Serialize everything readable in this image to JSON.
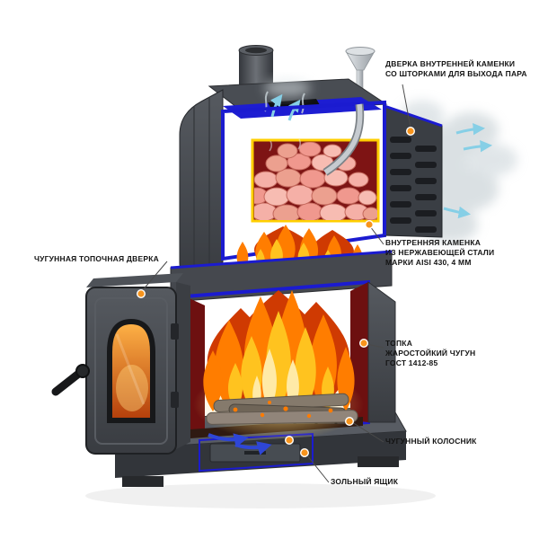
{
  "colors": {
    "accent": "#f7941d",
    "cut": "#1b1bd0",
    "text": "#141414",
    "interior_red": "#8f1a1a",
    "fire_core": "#ffc31f",
    "steam_arrow": "#86cfe6",
    "stones_pink": "#f0a89e"
  },
  "callouts": {
    "steam_door": {
      "text": "ДВЕРКА ВНУТРЕННЕЙ КАМЕНКИ\nСО ШТОРКАМИ ДЛЯ ВЫХОДА ПАРА"
    },
    "furnace_door": {
      "text": "ЧУГУННАЯ ТОПОЧНАЯ ДВЕРКА"
    },
    "inner_kamenka": {
      "text": "ВНУТРЕННЯЯ КАМЕНКА\nИЗ НЕРЖАВЕЮЩЕЙ СТАЛИ\nМАРКИ AISI 430,  4 мм"
    },
    "firebox": {
      "text": "ТОПКА\nЖАРОСТОЙКИЙ ЧУГУН\nГОСТ 1412-85"
    },
    "grate": {
      "text": "ЧУГУННЫЙ КОЛОСНИК"
    },
    "ash_box": {
      "text": "ЗОЛЬНЫЙ ЯЩИК"
    }
  }
}
